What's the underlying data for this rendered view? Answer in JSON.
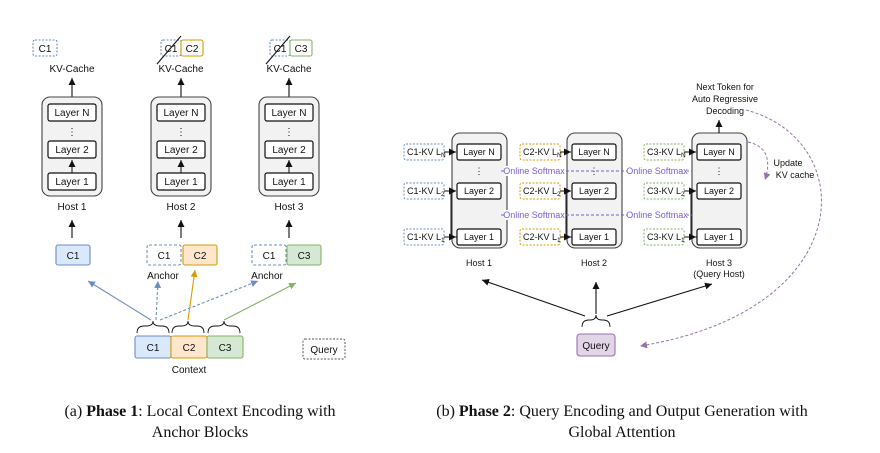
{
  "phase1": {
    "hosts": [
      {
        "label": "Host 1",
        "cache_label": "C1",
        "crossed": false
      },
      {
        "label": "Host 2",
        "cache_label": "C2",
        "crossed": true
      },
      {
        "label": "Host 3",
        "cache_label": "C3",
        "crossed": true
      }
    ],
    "kv_cache_label": "KV-Cache",
    "layers": [
      "Layer N",
      "Layer 2",
      "Layer 1"
    ],
    "dots": "⋮",
    "anchor_label": "Anchor",
    "input_c1": "C1",
    "host2_inputs": [
      "C1",
      "C2"
    ],
    "host3_inputs": [
      "C1",
      "C3"
    ],
    "context_chunks": [
      "C1",
      "C2",
      "C3"
    ],
    "context_label": "Context",
    "query_label": "Query"
  },
  "phase2": {
    "hosts": [
      {
        "line1": "Host 1",
        "line2": ""
      },
      {
        "line1": "Host 2",
        "line2": ""
      },
      {
        "line1": "Host 3",
        "line2": "(Query Host)"
      }
    ],
    "layers": [
      {
        "name": "Layer N",
        "sub": "N"
      },
      {
        "name": "Layer 2",
        "sub": "2"
      },
      {
        "name": "Layer 1",
        "sub": "1"
      }
    ],
    "kv_prefixes": [
      "C1-KV L",
      "C2-KV L",
      "C3-KV L"
    ],
    "online_softmax": "Online Softmax",
    "next_token": [
      "Next Token for",
      "Auto Regressive",
      "Decoding"
    ],
    "update_kv": [
      "Update",
      "KV cache"
    ],
    "query_label": "Query"
  },
  "captions": {
    "a": {
      "prefix": "(a) ",
      "bold": "Phase 1",
      "rest": ": Local Context Encoding with",
      "line2": "Anchor Blocks"
    },
    "b": {
      "prefix": "(b) ",
      "bold": "Phase 2",
      "rest": ": Query Encoding and Output Generation with",
      "line2": "Global Attention"
    }
  },
  "colors": {
    "c1_fill": "#dae8fc",
    "c1_stroke": "#6c8ebf",
    "c2_fill": "#ffe6cc",
    "c2_stroke": "#d79b00",
    "c3_fill": "#d5e8d4",
    "c3_stroke": "#82b366",
    "query_fill": "#e1d5e7",
    "query_stroke": "#9673a6",
    "purple": "#7b5cd6"
  }
}
